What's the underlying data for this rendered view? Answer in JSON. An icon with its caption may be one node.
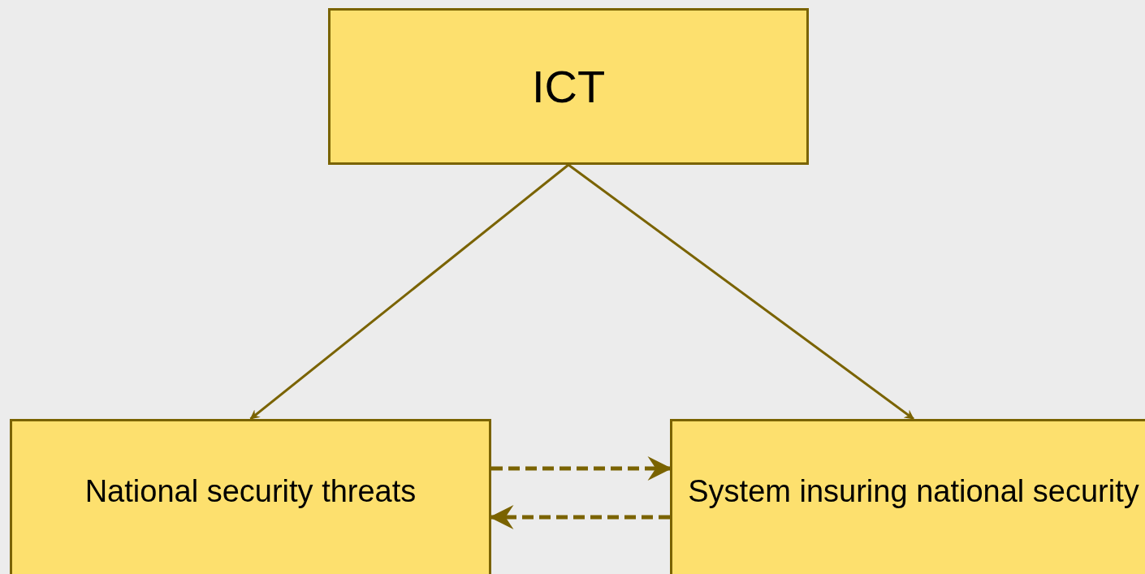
{
  "diagram": {
    "nodes": [
      {
        "text": [
          "ICT"
        ]
      },
      {
        "text": [
          "National security threats"
        ]
      },
      {
        "text": [
          "System insuring national security"
        ]
      }
    ],
    "edges": [
      {
        "from": 0,
        "to": 1,
        "arrow": "to"
      },
      {
        "from": 0,
        "to": 2,
        "arrow": "to"
      },
      {
        "from": 1,
        "to": 2,
        "arrow": "to",
        "style": "dashed"
      },
      {
        "from": 2,
        "to": 1,
        "arrow": "to",
        "style": "dashed"
      }
    ]
  }
}
